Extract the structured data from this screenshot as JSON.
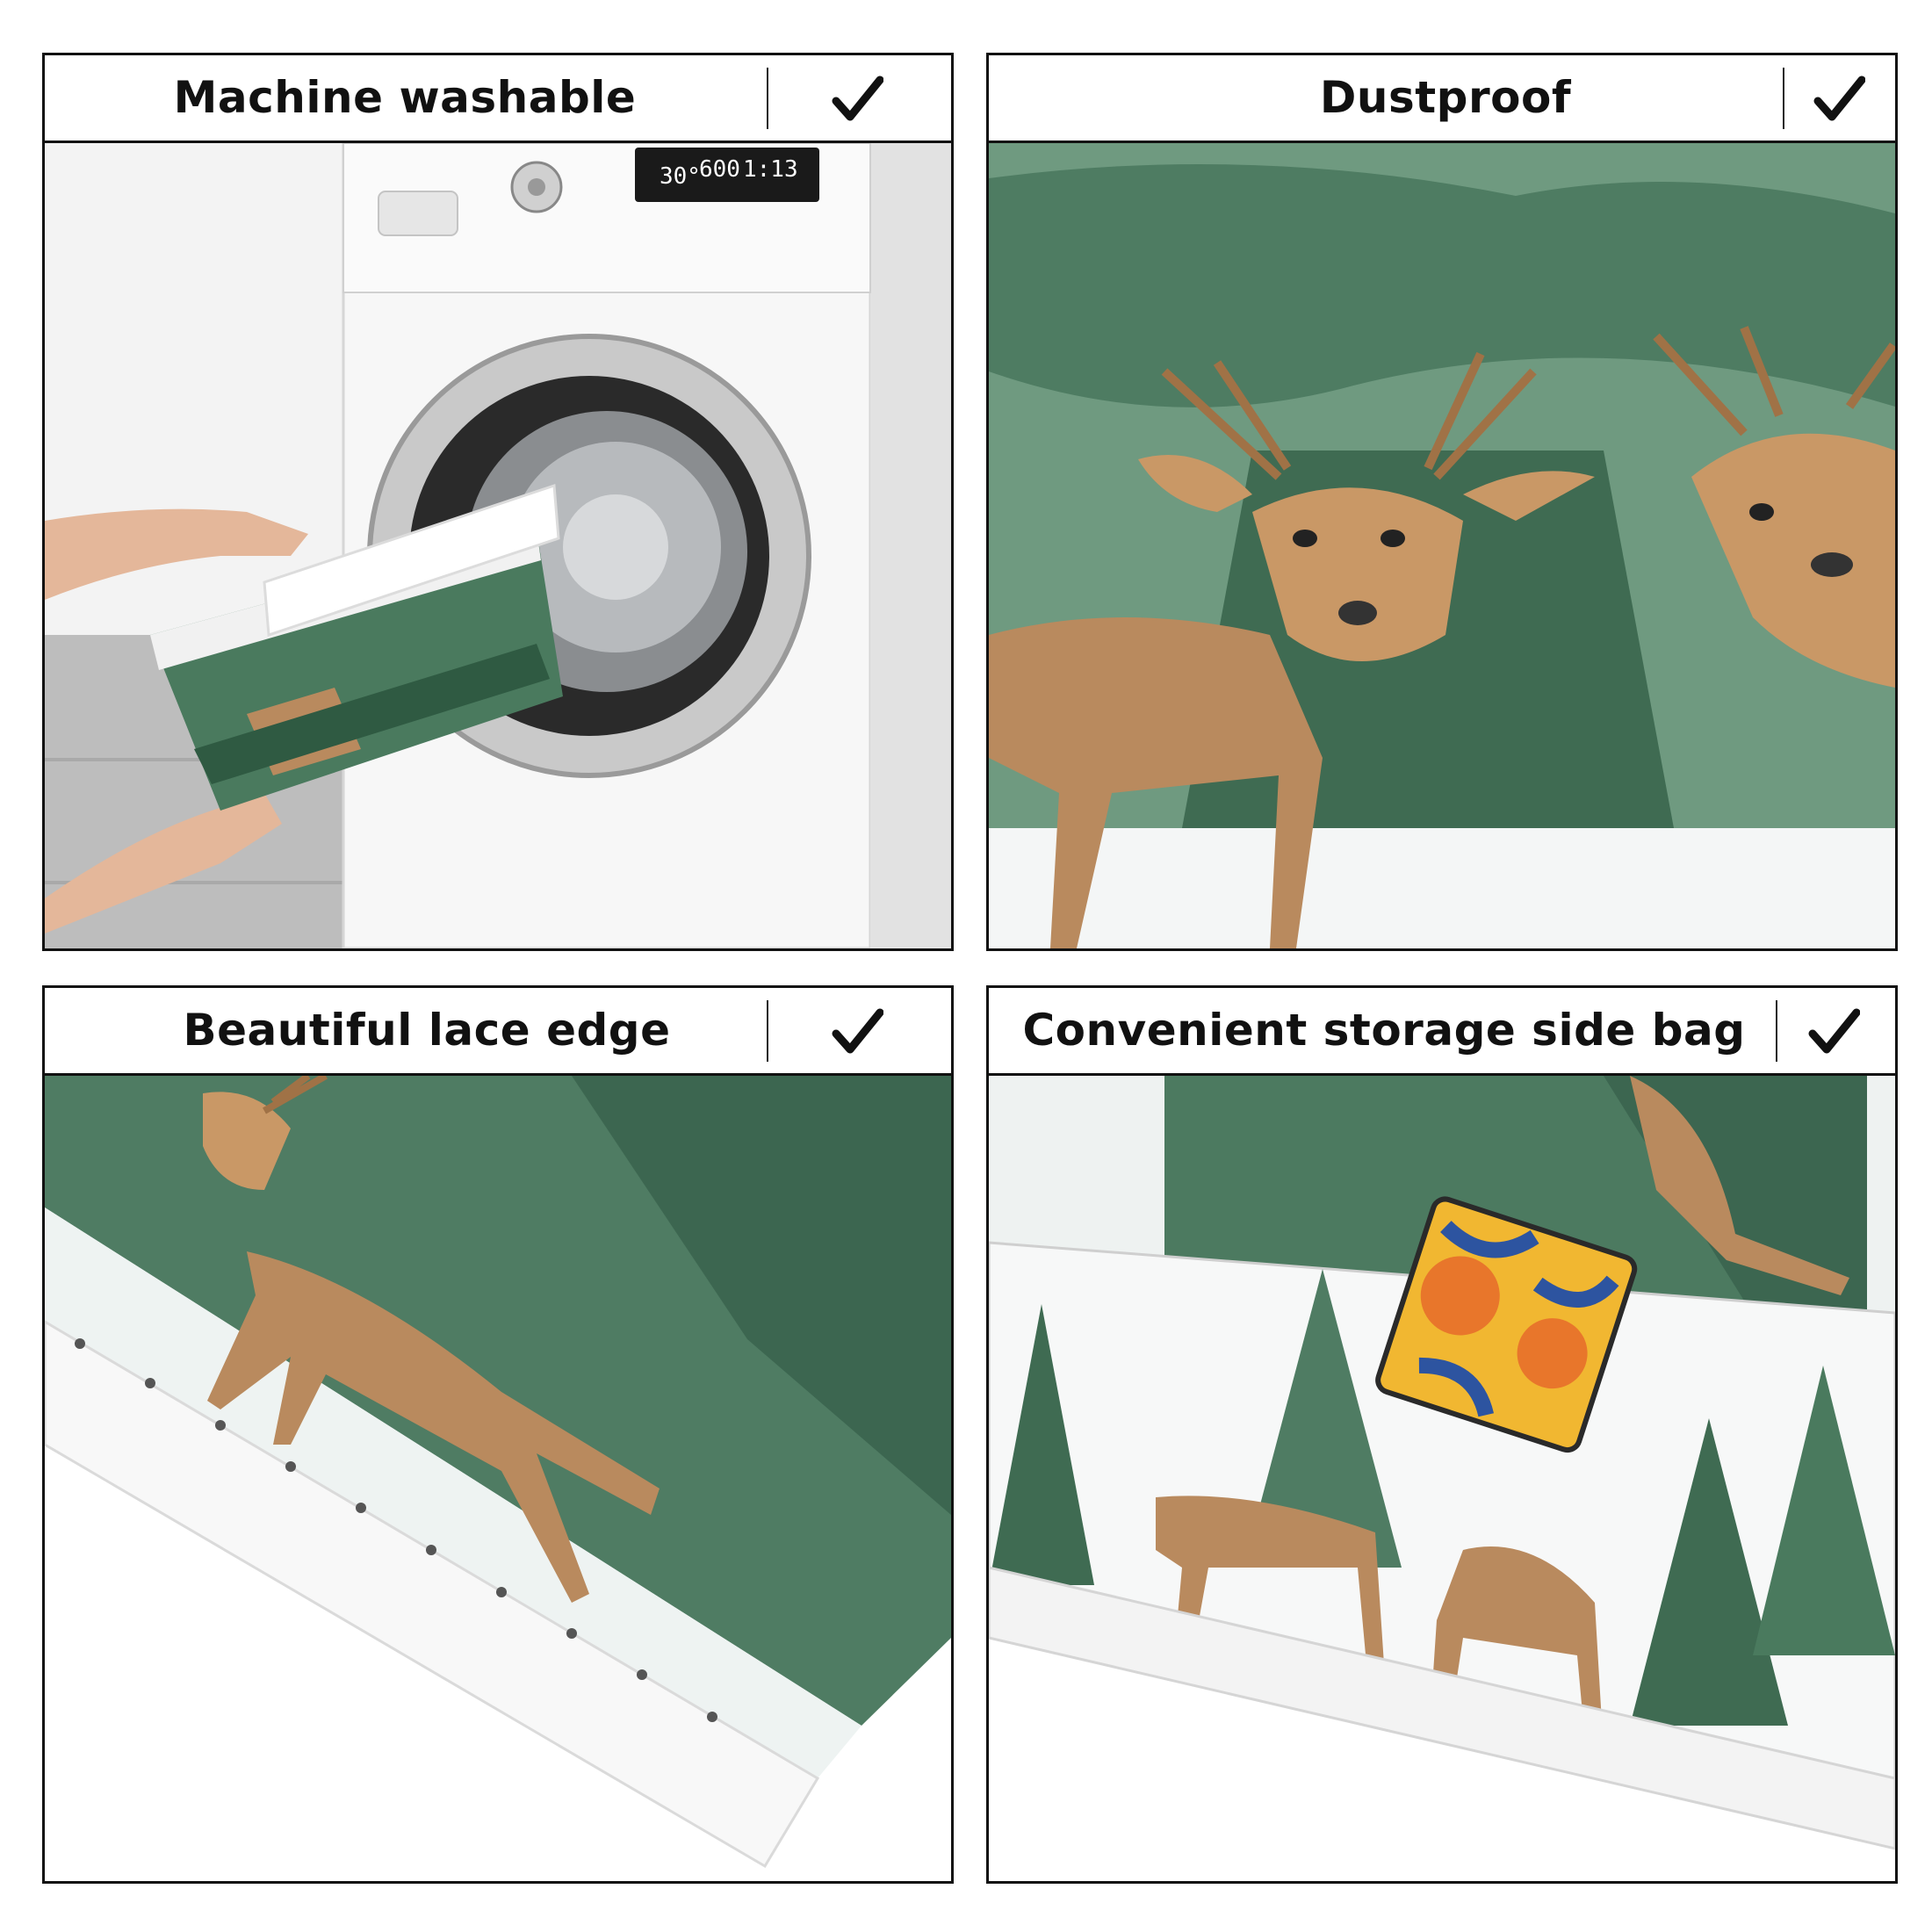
{
  "panels": [
    {
      "title": "Machine washable",
      "check_icon": "checkmark-icon"
    },
    {
      "title": "Dustproof",
      "check_icon": "checkmark-icon"
    },
    {
      "title": "Beautiful lace edge",
      "check_icon": "checkmark-icon"
    },
    {
      "title": "Convenient storage side bag",
      "check_icon": "checkmark-icon"
    }
  ],
  "washer_display": {
    "temp": "30°",
    "spin": "600",
    "time": "1:13"
  },
  "colors": {
    "border": "#111111",
    "pine": "#3f6b52",
    "deer": "#b98a5e",
    "snow": "#f4f6f6"
  }
}
